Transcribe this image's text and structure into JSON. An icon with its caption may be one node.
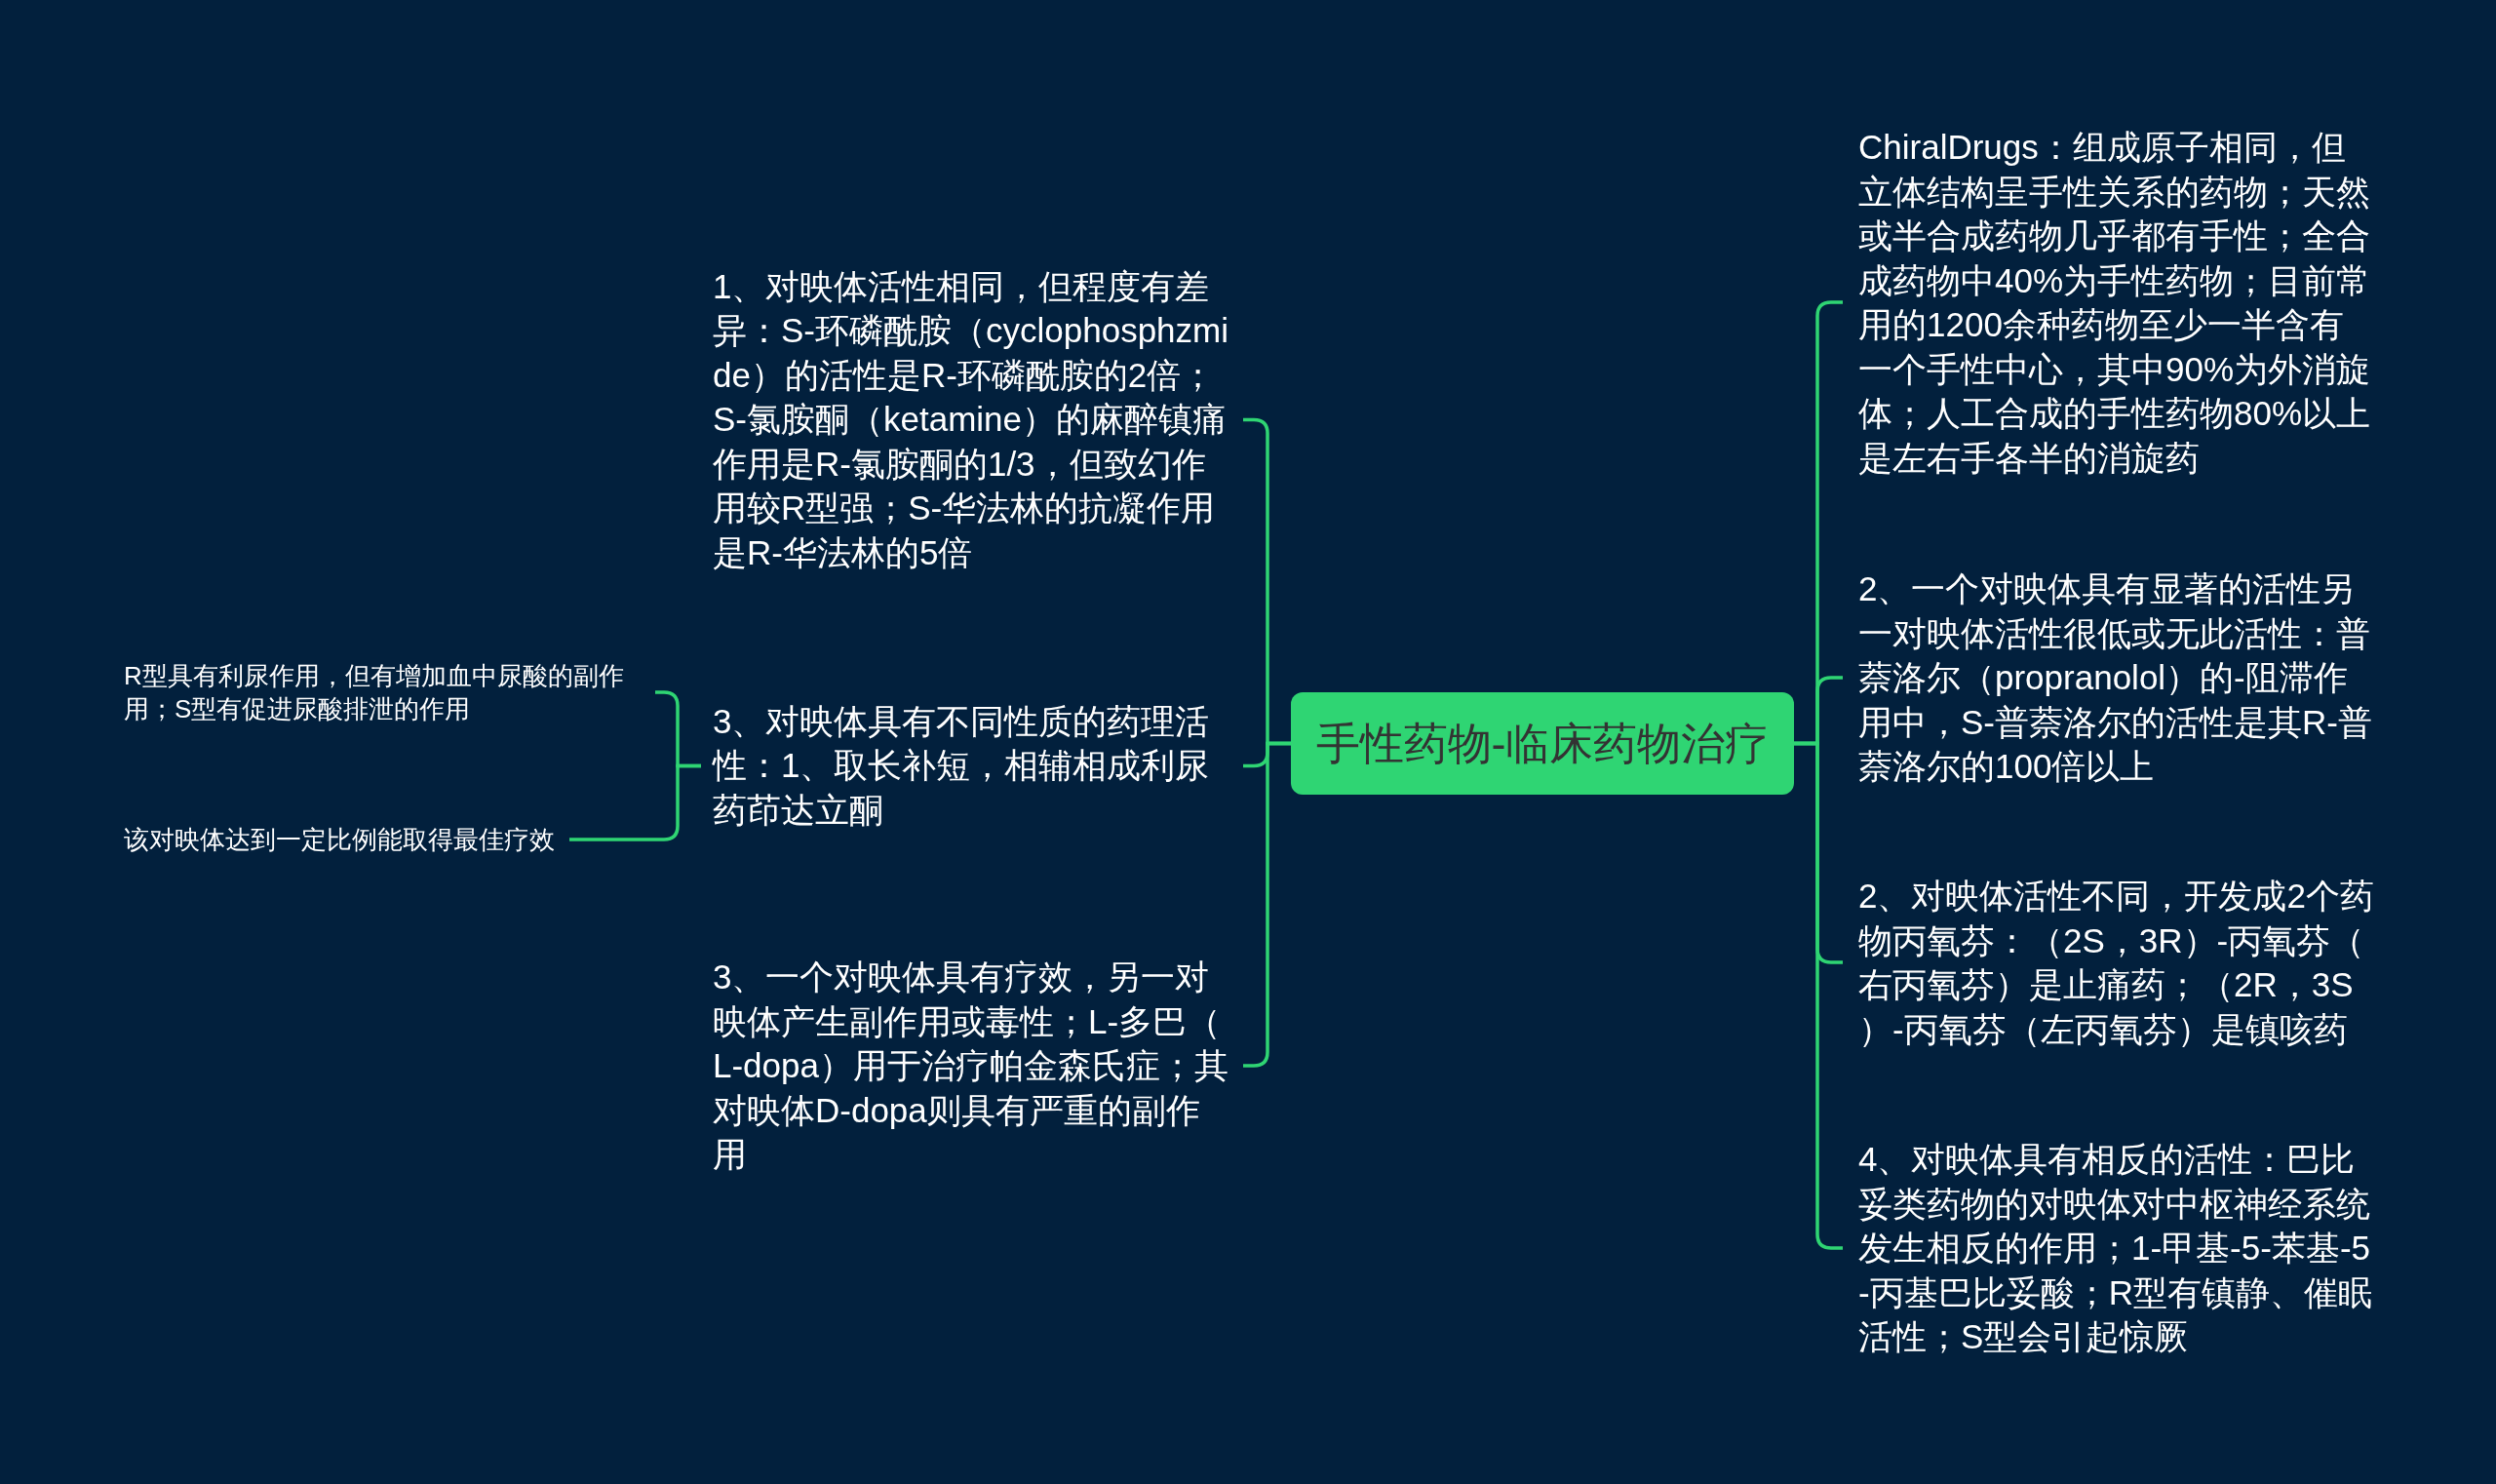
{
  "diagram": {
    "nodes": [
      {
        "text": [
          "手性药物-临床药物治疗"
        ]
      },
      {
        "text": [
          "1、对映体活性相同，但程度有差异：S-环磷酰胺（cyclophosphzmide）的活性是R-环磷酰胺的2倍；S-氯胺酮（ketamine）的麻醉镇痛作用是R-氯胺酮的1/3，但致幻作用较R型强；S-华法林的抗凝作用是R-华法林的5倍"
        ]
      },
      {
        "text": [
          "3、对映体具有不同性质的药理活性：1、取长补短，相辅相成利尿药茚达立酮"
        ]
      },
      {
        "text": [
          "R型具有利尿作用，但有增加血中尿酸的副作用；S型有促进尿酸排泄的作用"
        ]
      },
      {
        "text": [
          "该对映体达到一定比例能取得最佳疗效"
        ]
      },
      {
        "text": [
          "3、一个对映体具有疗效，另一对映体产生副作用或毒性；L-多巴（L-dopa）用于治疗帕金森氏症；其对映体D-dopa则具有严重的副作用"
        ]
      },
      {
        "text": [
          "ChiralDrugs：组成原子相同，但立体结构呈手性关系的药物；天然或半合成药物几乎都有手性；全合成药物中40%为手性药物；目前常用的1200余种药物至少一半含有一个手性中心，其中90%为外消旋体；人工合成的手性药物80%以上是左右手各半的消旋药"
        ]
      },
      {
        "text": [
          "2、一个对映体具有显著的活性另一对映体活性很低或无此活性：普萘洛尔（propranolol）的-阻滞作用中，S-普萘洛尔的活性是其R-普萘洛尔的100倍以上"
        ]
      },
      {
        "text": [
          "2、对映体活性不同，开发成2个药物丙氧芬：（2S，3R）-丙氧芬（右丙氧芬）是止痛药；（2R，3S）-丙氧芬（左丙氧芬）是镇咳药"
        ]
      },
      {
        "text": [
          "4、对映体具有相反的活性：巴比妥类药物的对映体对中枢神经系统发生相反的作用；1-甲基-5-苯基-5-丙基巴比妥酸；R型有镇静、催眠活性；S型会引起惊厥"
        ]
      }
    ],
    "edges": [
      {
        "from": 0,
        "to": 1,
        "arrow": "none"
      },
      {
        "from": 0,
        "to": 2,
        "arrow": "none"
      },
      {
        "from": 2,
        "to": 3,
        "arrow": "none"
      },
      {
        "from": 2,
        "to": 4,
        "arrow": "none"
      },
      {
        "from": 0,
        "to": 5,
        "arrow": "none"
      },
      {
        "from": 0,
        "to": 6,
        "arrow": "none"
      },
      {
        "from": 0,
        "to": 7,
        "arrow": "none"
      },
      {
        "from": 0,
        "to": 8,
        "arrow": "none"
      },
      {
        "from": 0,
        "to": 9,
        "arrow": "none"
      }
    ]
  }
}
